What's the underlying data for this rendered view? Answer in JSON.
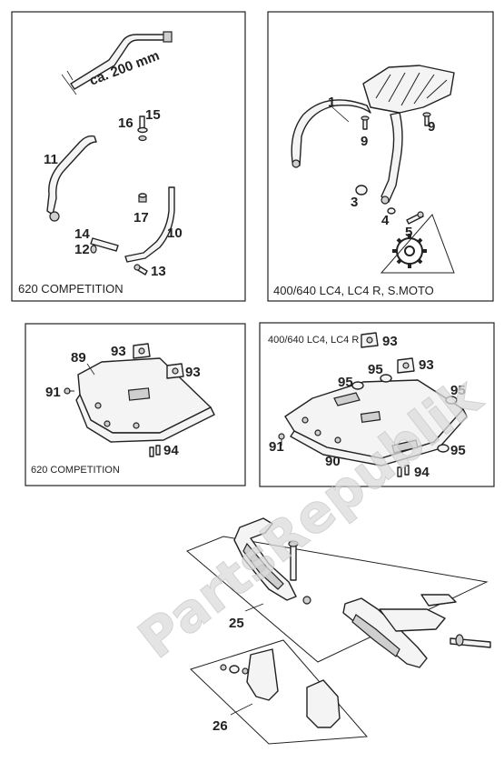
{
  "panels": {
    "top_left": {
      "caption": "620 COMPETITION",
      "dimension": "ca. 200 mm",
      "labels": [
        "16",
        "15",
        "11",
        "17",
        "14",
        "12",
        "10",
        "13"
      ]
    },
    "top_right": {
      "caption": "400/640 LC4, LC4 R, S.MOTO",
      "labels": [
        "1",
        "9",
        "9",
        "3",
        "4",
        "5"
      ]
    },
    "mid_left": {
      "caption": "620 COMPETITION",
      "labels": [
        "89",
        "93",
        "93",
        "91",
        "94"
      ]
    },
    "mid_right": {
      "caption": "400/640 LC4, LC4 R",
      "labels": [
        "93",
        "95",
        "95",
        "93",
        "95",
        "91",
        "90",
        "95",
        "94"
      ]
    },
    "bottom": {
      "labels": [
        "25",
        "26"
      ]
    }
  },
  "watermark": "PartsRepublik",
  "icons": [
    "gear-icon"
  ]
}
